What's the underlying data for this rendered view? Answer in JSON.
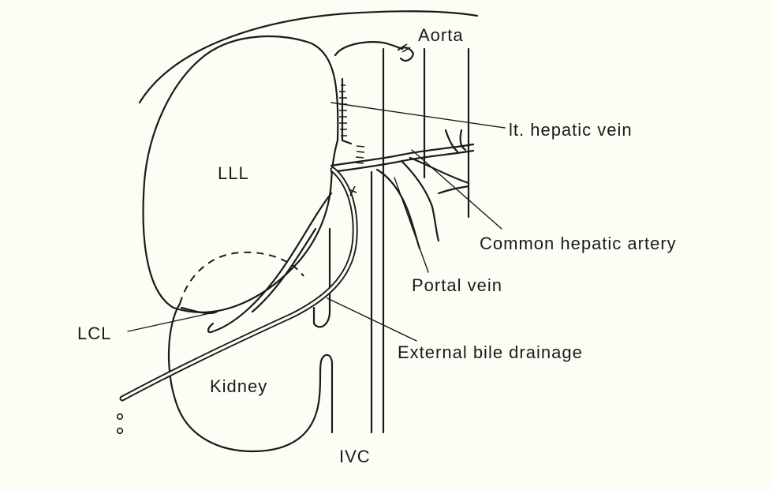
{
  "labels": {
    "aorta": "Aorta",
    "lt_hepatic_vein": "lt. hepatic vein",
    "lll": "LLL",
    "common_hepatic_artery": "Common hepatic artery",
    "portal_vein": "Portal vein",
    "lcl": "LCL",
    "external_bile_drainage": "External bile drainage",
    "kidney": "Kidney",
    "ivc": "IVC"
  }
}
